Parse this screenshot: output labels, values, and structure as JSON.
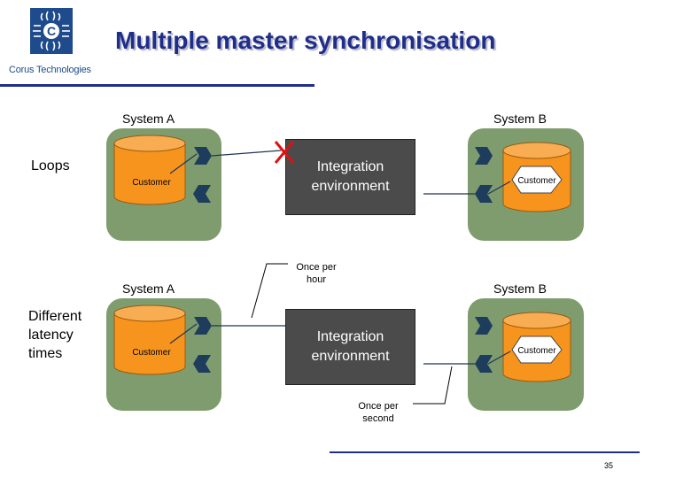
{
  "brand": {
    "name": "Corus Technologies",
    "logo_letter": "C"
  },
  "title": "Multiple master synchronisation",
  "scenario1": {
    "label": "Loops",
    "system_a": "System A",
    "system_b": "System B",
    "integration": "Integration environment",
    "db_a": "Customer",
    "db_b": "Customer"
  },
  "scenario2": {
    "label": "Different latency times",
    "system_a": "System A",
    "system_b": "System B",
    "integration": "Integration environment",
    "db_a": "Customer",
    "db_b": "Customer",
    "note_hour": "Once per hour",
    "note_second": "Once per second"
  },
  "page_number": "35",
  "colors": {
    "title": "#1f2e8a",
    "system_box": "#7f9c6e",
    "database": "#f7941d",
    "integration": "#4b4b4b",
    "port": "#1e3d5c",
    "cross": "#e01010"
  }
}
